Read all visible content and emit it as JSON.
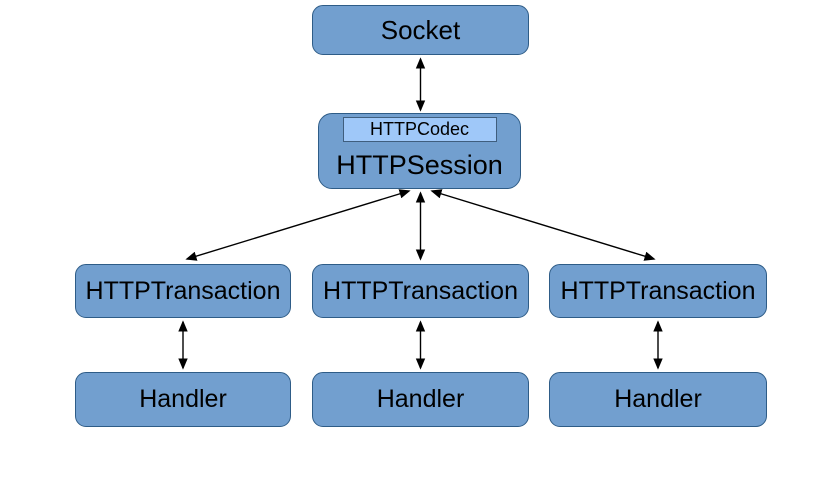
{
  "diagram": {
    "type": "architecture-diagram",
    "colors": {
      "background": "#ffffff",
      "box_fill": "#729fcf",
      "box_border": "#2e5c87",
      "codec_fill": "#9fc8f9",
      "codec_border": "#3f5e7e",
      "arrow": "#000000",
      "text": "#000000"
    },
    "nodes": {
      "socket": {
        "label": "Socket"
      },
      "http_session": {
        "label": "HTTPSession"
      },
      "http_codec": {
        "label": "HTTPCodec"
      },
      "transactions": [
        {
          "label": "HTTPTransaction"
        },
        {
          "label": "HTTPTransaction"
        },
        {
          "label": "HTTPTransaction"
        }
      ],
      "handlers": [
        {
          "label": "Handler"
        },
        {
          "label": "Handler"
        },
        {
          "label": "Handler"
        }
      ]
    },
    "edges": [
      {
        "from": "Socket",
        "to": "HTTPSession",
        "style": "bidirectional-arrow"
      },
      {
        "from": "HTTPSession",
        "to": "HTTPTransaction-left",
        "style": "bidirectional-arrow"
      },
      {
        "from": "HTTPSession",
        "to": "HTTPTransaction-center",
        "style": "bidirectional-arrow"
      },
      {
        "from": "HTTPSession",
        "to": "HTTPTransaction-right",
        "style": "bidirectional-arrow"
      },
      {
        "from": "HTTPTransaction-left",
        "to": "Handler-left",
        "style": "bidirectional-arrow"
      },
      {
        "from": "HTTPTransaction-center",
        "to": "Handler-center",
        "style": "bidirectional-arrow"
      },
      {
        "from": "HTTPTransaction-right",
        "to": "Handler-right",
        "style": "bidirectional-arrow"
      }
    ]
  }
}
